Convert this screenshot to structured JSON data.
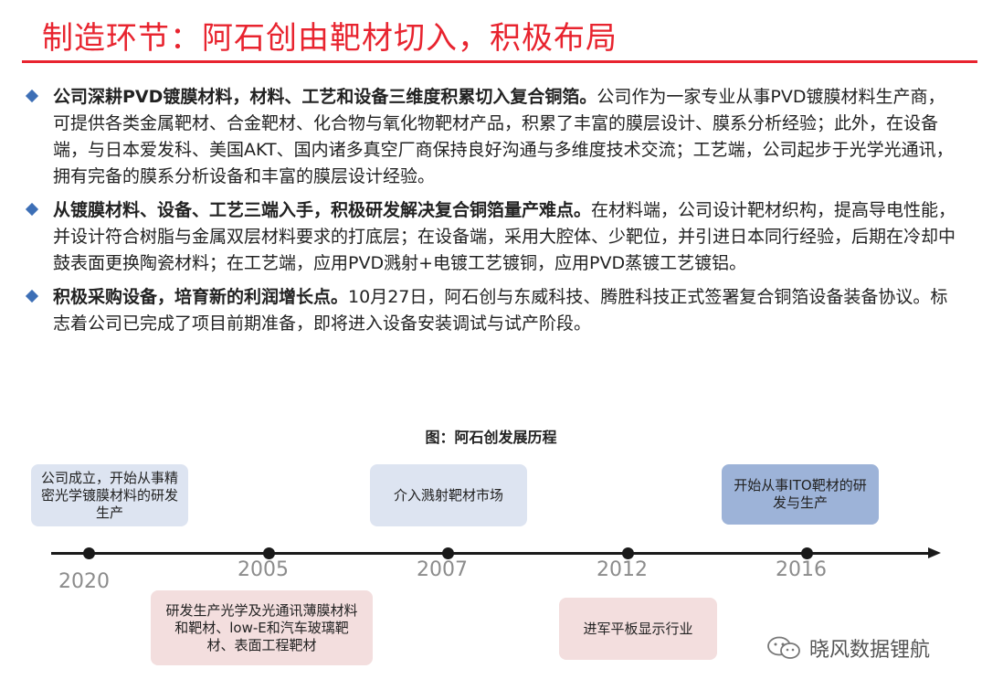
{
  "title": "制造环节：阿石创由靶材切入，积极布局",
  "bullets": [
    {
      "bold": "公司深耕PVD镀膜材料，材料、工艺和设备三维度积累切入复合铜箔。",
      "text": "公司作为一家专业从事PVD镀膜材料生产商，可提供各类金属靶材、合金靶材、化合物与氧化物靶材产品，积累了丰富的膜层设计、膜系分析经验；此外，在设备端，与日本爱发科、美国AKT、国内诸多真空厂商保持良好沟通与多维度技术交流；工艺端，公司起步于光学光通讯，拥有完备的膜系分析设备和丰富的膜层设计经验。"
    },
    {
      "bold": "从镀膜材料、设备、工艺三端入手，积极研发解决复合铜箔量产难点。",
      "text": "在材料端，公司设计靶材织构，提高导电性能，并设计符合树脂与金属双层材料要求的打底层；在设备端，采用大腔体、少靶位，并引进日本同行经验，后期在冷却中鼓表面更换陶瓷材料；在工艺端，应用PVD溅射+电镀工艺镀铜，应用PVD蒸镀工艺镀铝。"
    },
    {
      "bold": "积极采购设备，培育新的利润增长点。",
      "text": "10月27日，阿石创与东威科技、腾胜科技正式签署复合铜箔设备装备协议。标志着公司已完成了项目前期准备，即将进入设备安装调试与试产阶段。"
    }
  ],
  "diagram": {
    "title": "图：阿石创发展历程",
    "years": [
      "2020",
      "2005",
      "2007",
      "2012",
      "2016"
    ],
    "events_top": [
      "公司成立，开始从事精密光学镀膜材料的研发生产",
      "介入溅射靶材市场",
      "开始从事ITO靶材的研发与生产"
    ],
    "events_bottom": [
      "研发生产光学及光通讯薄膜材料和靶材、low-E和汽车玻璃靶材、表面工程靶材",
      "进军平板显示行业"
    ],
    "colors": {
      "top_box": "#dde4f1",
      "top_box_dark": "#9db3d8",
      "bottom_box": "#f3dede",
      "accent": "#e8242f"
    }
  },
  "watermark": "晓风数据锂航"
}
